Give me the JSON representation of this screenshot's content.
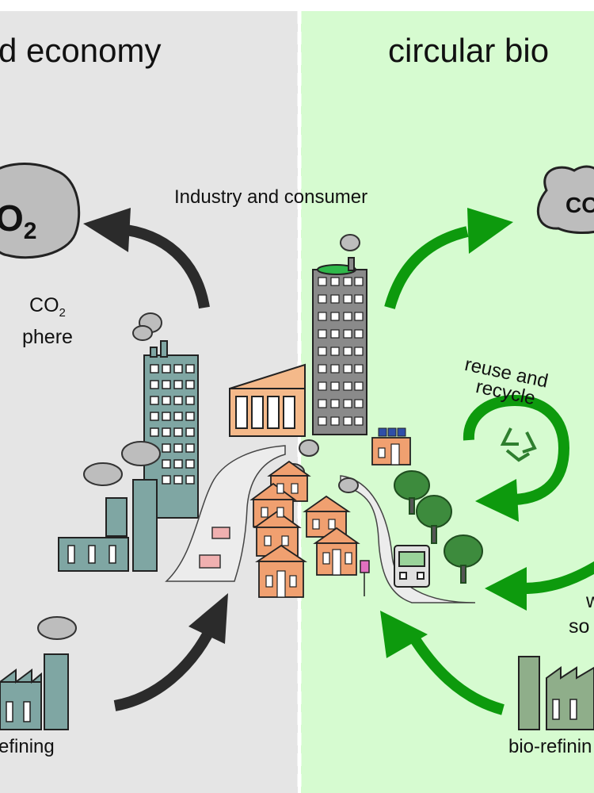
{
  "left_panel": {
    "title": "d economy",
    "co2_cloud_text": "O",
    "co2_cloud_sub": "2",
    "co2_caption_line1": "CO",
    "co2_caption_line1_sub": "2",
    "co2_caption_line2": "phere",
    "bottom_label": "efining",
    "background": "#e5e5e5"
  },
  "right_panel": {
    "title": "circular bio",
    "co2_cloud_text": "CO",
    "reuse_label_line1": "reuse and",
    "reuse_label_line2": "recycle",
    "side_label_line1": "w",
    "side_label_line2": "so",
    "bottom_label": "bio-refinin",
    "background": "#d6fbd0"
  },
  "center": {
    "label": "Industry and consumer"
  },
  "colors": {
    "dark_arrow": "#2b2b2b",
    "green_arrow": "#0d9a0d",
    "teal_building": "#7fa6a3",
    "orange_house": "#f0a070",
    "cloud_gray": "#bdbdbd",
    "tree_green": "#3d8b3d"
  },
  "icons": [
    "recycle-icon",
    "co2-cloud-icon",
    "factory-icon",
    "house-icon",
    "tree-icon",
    "bus-icon",
    "car-icon"
  ]
}
